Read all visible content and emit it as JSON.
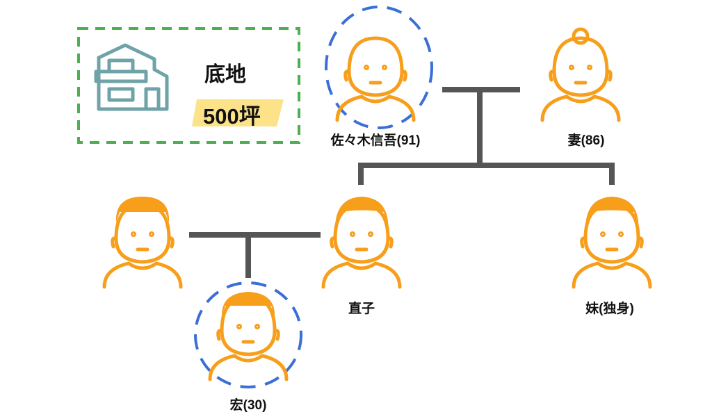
{
  "property": {
    "type_label": "底地",
    "area_label": "500坪"
  },
  "people": {
    "grandfather": "佐々木信吾(91)",
    "wife": "妻(86)",
    "naoko": "直子",
    "sister": "妹(独身)",
    "hiroshi": "宏(30)"
  },
  "colors": {
    "person": "#F79E1B",
    "highlight": "#3B6FD6",
    "frame": "#4CAF50",
    "house": "#6FA3A8",
    "line": "#555555",
    "badge": "#FCE38A"
  }
}
